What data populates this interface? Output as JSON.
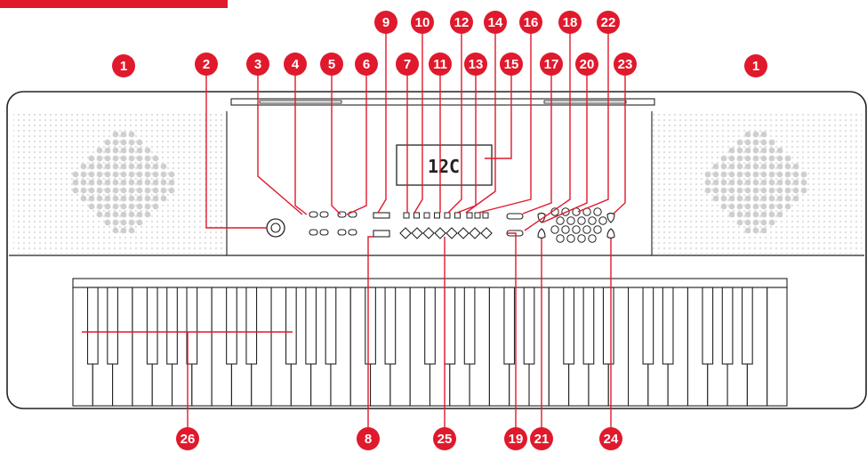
{
  "colors": {
    "accent": "#e0192c",
    "outline": "#222222",
    "speaker_dot": "#d9d9d9",
    "speaker_bg": "#f4f4f4"
  },
  "display": {
    "text": "12C"
  },
  "callouts": [
    {
      "id": "1a",
      "text": "1"
    },
    {
      "id": "2",
      "text": "2"
    },
    {
      "id": "3",
      "text": "3"
    },
    {
      "id": "4",
      "text": "4"
    },
    {
      "id": "5",
      "text": "5"
    },
    {
      "id": "6",
      "text": "6"
    },
    {
      "id": "9",
      "text": "9"
    },
    {
      "id": "7",
      "text": "7"
    },
    {
      "id": "10",
      "text": "10"
    },
    {
      "id": "11",
      "text": "11"
    },
    {
      "id": "12",
      "text": "12"
    },
    {
      "id": "13",
      "text": "13"
    },
    {
      "id": "14",
      "text": "14"
    },
    {
      "id": "15",
      "text": "15"
    },
    {
      "id": "16",
      "text": "16"
    },
    {
      "id": "17",
      "text": "17"
    },
    {
      "id": "18",
      "text": "18"
    },
    {
      "id": "20",
      "text": "20"
    },
    {
      "id": "22",
      "text": "22"
    },
    {
      "id": "23",
      "text": "23"
    },
    {
      "id": "1b",
      "text": "1"
    },
    {
      "id": "26",
      "text": "26"
    },
    {
      "id": "8",
      "text": "8"
    },
    {
      "id": "25",
      "text": "25"
    },
    {
      "id": "19",
      "text": "19"
    },
    {
      "id": "21",
      "text": "21"
    },
    {
      "id": "24",
      "text": "24"
    }
  ]
}
